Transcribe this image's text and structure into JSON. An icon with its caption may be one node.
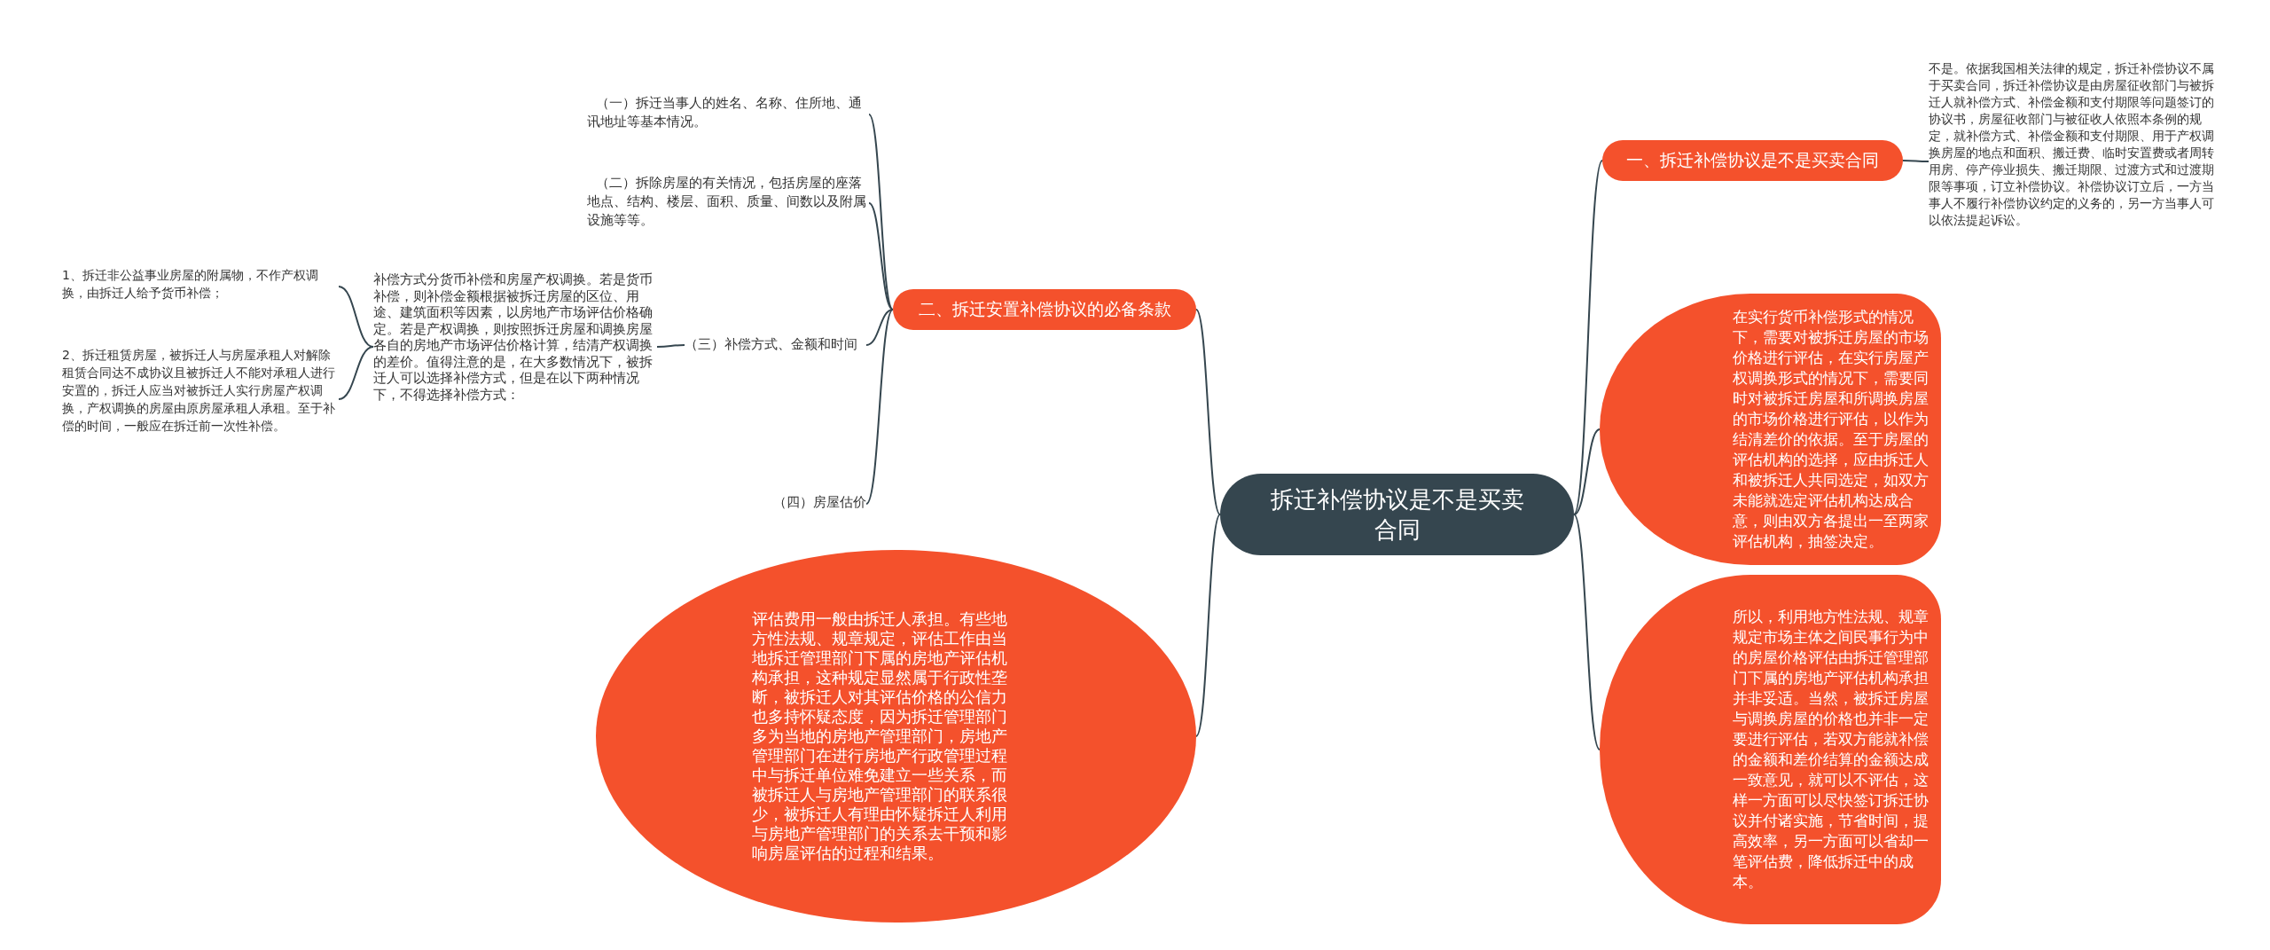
{
  "diagram": {
    "nodes": [
      {
        "text": [
          "拆迁补偿协议是不是买卖合同"
        ]
      },
      {
        "text": [
          "一、拆迁补偿协议是不是买卖合同"
        ]
      },
      {
        "text": [
          "不是。依据我国相关法律的规定，拆迁补偿协议不属于买卖合同，拆迁补偿协议是由房屋征收部门与被拆迁人就补偿方式、补偿金额和支付期限等问题签订的协议书，房屋征收部门与被征收人依照本条例的规定，就补偿方式、补偿金额和支付期限、用于产权调换房屋的地点和面积、搬迁费、临时安置费或者周转用房、停产停业损失、搬迁期限、过渡方式和过渡期限等事项，订立补偿协议。补偿协议订立后，一方当事人不履行补偿协议约定的义务的，另一方当事人可以依法提起诉讼。"
        ]
      },
      {
        "text": [
          "二、拆迁安置补偿协议的必备条款"
        ]
      },
      {
        "text": [
          "（一）拆迁当事人的姓名、名称、住所地、通讯地址等基本情况。"
        ]
      },
      {
        "text": [
          "（二）拆除房屋的有关情况，包括房屋的座落地点、结构、楼层、面积、质量、间数以及附属设施等等。"
        ]
      },
      {
        "text": [
          "（三）补偿方式、金额和时间"
        ]
      },
      {
        "text": [
          "补偿方式分货币补偿和房屋产权调换。若是货币补偿，则补偿金额根据被拆迁房屋的区位、用途、建筑面积等因素，以房地产市场评估价格确定。若是产权调换，则按照拆迁房屋和调换房屋各自的房地产市场评估价格计算，结清产权调换的差价。值得注意的是，在大多数情况下，被拆迁人可以选择补偿方式，但是在以下两种情况下，不得选择补偿方式："
        ]
      },
      {
        "text": [
          "1、拆迁非公益事业房屋的附属物，不作产权调换，由拆迁人给予货币补偿；"
        ]
      },
      {
        "text": [
          "2、拆迁租赁房屋，被拆迁人与房屋承租人对解除租赁合同达不成协议且被拆迁人不能对承租人进行安置的，拆迁人应当对被拆迁人实行房屋产权调换，产权调换的房屋由原房屋承租人承租。至于补偿的时间，一般应在拆迁前一次性补偿。"
        ]
      },
      {
        "text": [
          "（四）房屋估价"
        ]
      },
      {
        "text": [
          "评估费用一般由拆迁人承担。有些地方性法规、规章规定，评估工作由当地拆迁管理部门下属的房地产评估机构承担，这种规定显然属于行政性垄断，被拆迁人对其评估价格的公信力也多持怀疑态度，因为拆迁管理部门多为当地的房地产管理部门，房地产管理部门在进行房地产行政管理过程中与拆迁单位难免建立一些关系，而被拆迁人与房地产管理部门的联系很少，被拆迁人有理由怀疑拆迁人利用与房地产管理部门的关系去干预和影响房屋评估的过程和结果。"
        ]
      },
      {
        "text": [
          "在实行货币补偿形式的情况下，需要对被拆迁房屋的市场价格进行评估，在实行房屋产权调换形式的情况下，需要同时对被拆迁房屋和所调换房屋的市场价格进行评估，以作为结清差价的依据。至于房屋的评估机构的选择，应由拆迁人和被拆迁人共同选定，如双方未能就选定评估机构达成合意，则由双方各提出一至两家评估机构，抽签决定。"
        ]
      },
      {
        "text": [
          "所以，利用地方性法规、规章规定市场主体之间民事行为中的房屋价格评估由拆迁管理部门下属的房地产评估机构承担并非妥适。当然，被拆迁房屋与调换房屋的价格也并非一定要进行评估，若双方能就补偿的金额和差价结算的金额达成一致意见，就可以不评估，这样一方面可以尽快签订拆迁协议并付诸实施，节省时间，提高效率，另一方面可以省却一笔评估费，降低拆迁中的成本。"
        ]
      }
    ],
    "edges": [
      {
        "from": 0,
        "to": 1,
        "arrow": "none"
      },
      {
        "from": 1,
        "to": 2,
        "arrow": "none"
      },
      {
        "from": 0,
        "to": 3,
        "arrow": "none"
      },
      {
        "from": 3,
        "to": 4,
        "arrow": "none"
      },
      {
        "from": 3,
        "to": 5,
        "arrow": "none"
      },
      {
        "from": 3,
        "to": 6,
        "arrow": "none"
      },
      {
        "from": 6,
        "to": 7,
        "arrow": "none"
      },
      {
        "from": 7,
        "to": 8,
        "arrow": "none"
      },
      {
        "from": 7,
        "to": 9,
        "arrow": "none"
      },
      {
        "from": 3,
        "to": 10,
        "arrow": "none"
      },
      {
        "from": 0,
        "to": 11,
        "arrow": "none"
      },
      {
        "from": 0,
        "to": 12,
        "arrow": "none"
      },
      {
        "from": 0,
        "to": 13,
        "arrow": "none"
      }
    ]
  }
}
